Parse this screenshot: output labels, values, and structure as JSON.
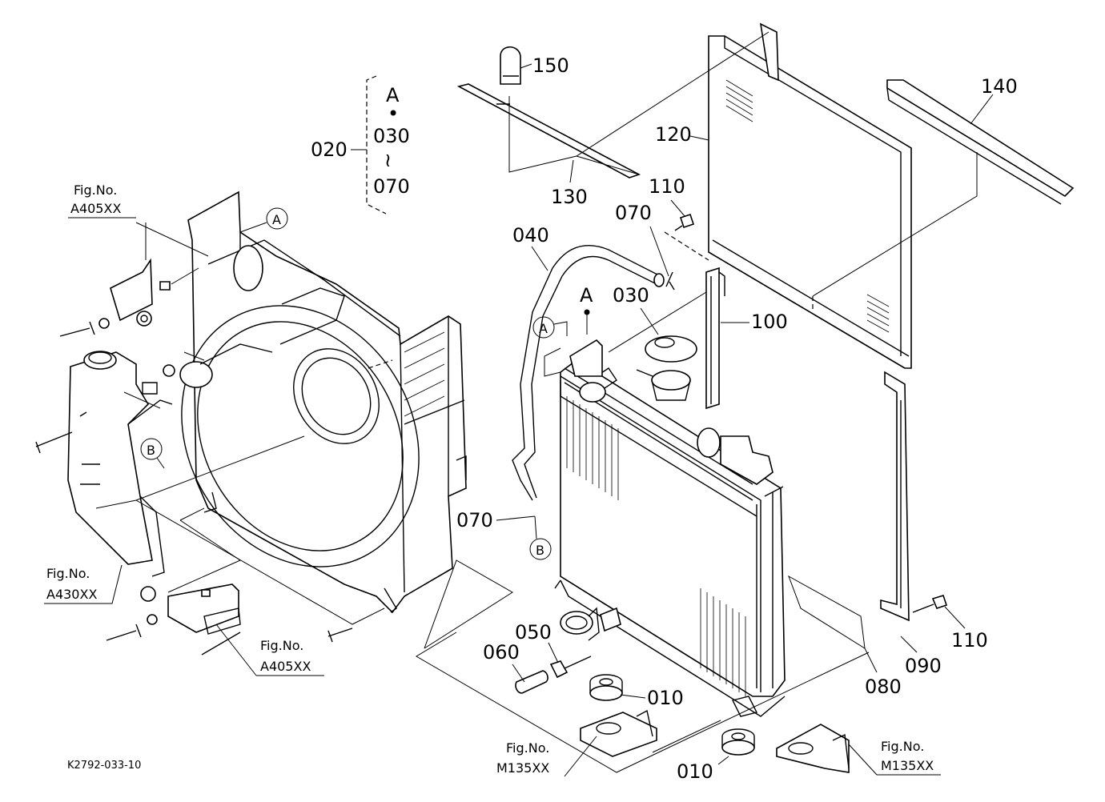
{
  "diagram_code": "K2792-033-10",
  "labels": {
    "p010a": "010",
    "p010b": "010",
    "p020": "020",
    "p030": "030",
    "p040": "040",
    "p050": "050",
    "p060": "060",
    "p070a": "070",
    "p070b": "070",
    "p080": "080",
    "p090": "090",
    "p100": "100",
    "p110a": "110",
    "p110b": "110",
    "p120": "120",
    "p130": "130",
    "p140": "140",
    "p150": "150"
  },
  "kit_group": {
    "top": "A",
    "dot": "•",
    "from": "030",
    "tilde": "≀",
    "to": "070"
  },
  "point_labels": {
    "a_plain": "A",
    "a_circle_fan": "A",
    "a_circle_hose": "A",
    "b_circle_tank": "B",
    "b_circle_hose": "B"
  },
  "fig_refs": [
    {
      "title": "Fig.No.",
      "code": "A405XX"
    },
    {
      "title": "Fig.No.",
      "code": "A430XX"
    },
    {
      "title": "Fig.No.",
      "code": "A405XX"
    },
    {
      "title": "Fig.No.",
      "code": "M135XX"
    },
    {
      "title": "Fig.No.",
      "code": "M135XX"
    }
  ]
}
